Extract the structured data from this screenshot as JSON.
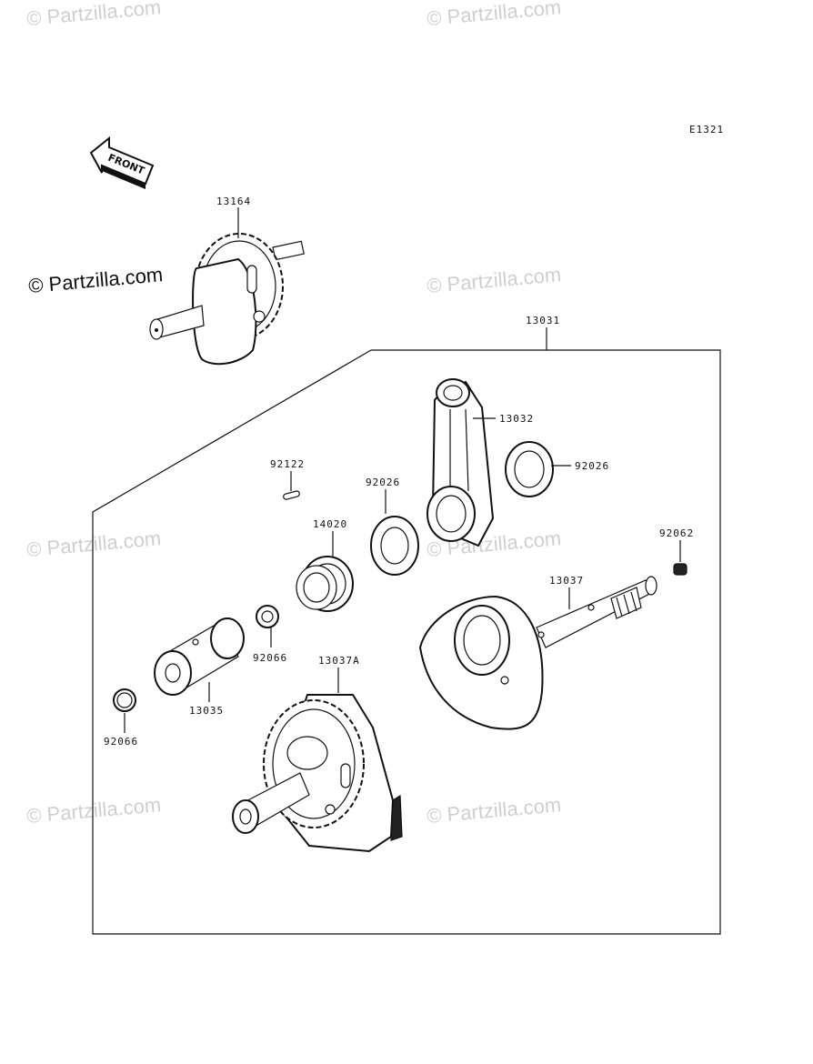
{
  "diagram_code": "E1321",
  "front_label": "FRONT",
  "watermark": "© Partzilla.com",
  "parts": {
    "p13164": "13164",
    "p13031": "13031",
    "p13032": "13032",
    "p92122": "92122",
    "p92026_a": "92026",
    "p92026_b": "92026",
    "p14020": "14020",
    "p92062": "92062",
    "p13037": "13037",
    "p92066_a": "92066",
    "p13037A": "13037A",
    "p13035": "13035",
    "p92066_b": "92066"
  }
}
